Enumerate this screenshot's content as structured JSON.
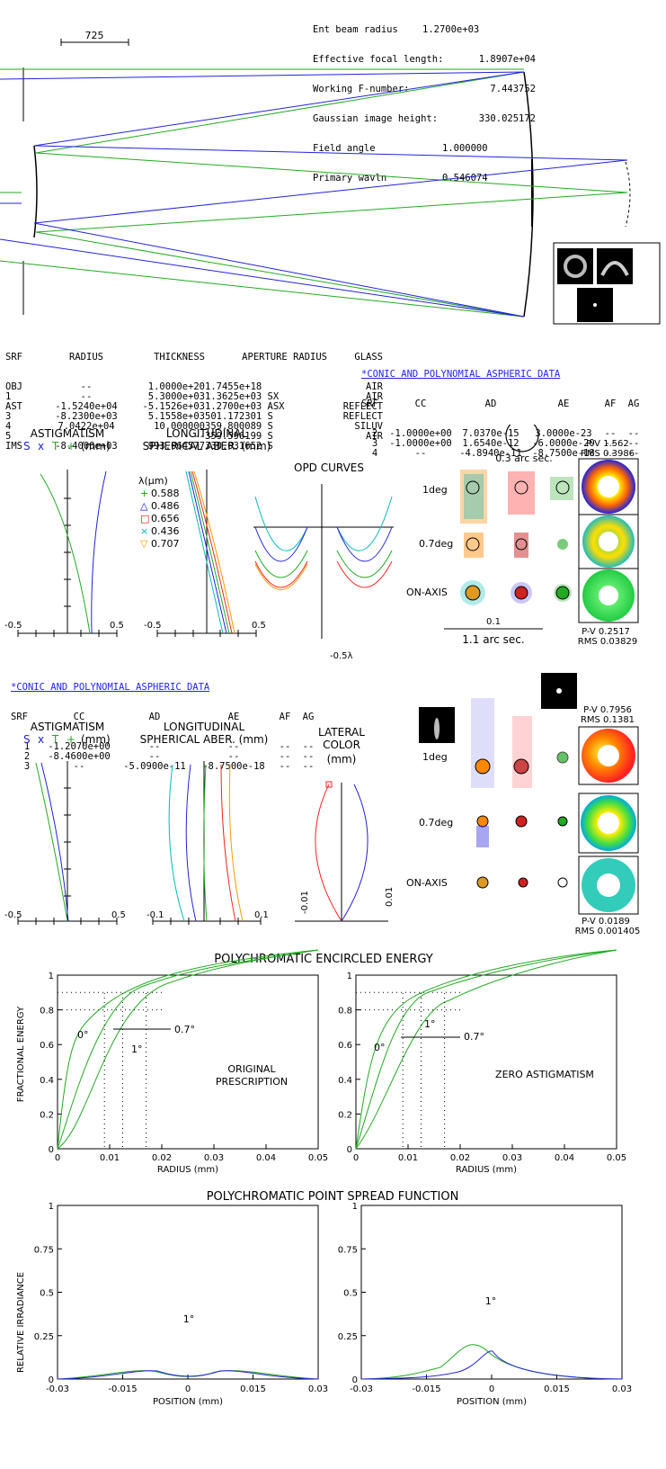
{
  "specs": {
    "lines": [
      {
        "label": "Ent beam radius",
        "value": "1.2700e+03"
      },
      {
        "label": "Effective focal length:",
        "value": "1.8907e+04"
      },
      {
        "label": "Working F-number:",
        "value": "7.443752"
      },
      {
        "label": "Gaussian image height:",
        "value": "330.025172"
      },
      {
        "label": "Field angle",
        "value": "1.000000"
      },
      {
        "label": "Primary wavln",
        "value": "0.546074"
      }
    ]
  },
  "scale_bar": "725",
  "lens_table": {
    "headers": [
      "SRF",
      "RADIUS",
      "THICKNESS",
      "APERTURE RADIUS",
      "GLASS"
    ],
    "rows": [
      [
        "OBJ",
        "--",
        "1.0000e+20",
        "1.7455e+18",
        "AIR"
      ],
      [
        "1",
        "--",
        "5.3000e+03",
        "1.3625e+03 SX",
        "AIR"
      ],
      [
        "AST",
        "-1.5240e+04",
        "-5.1526e+03",
        "1.2700e+03 ASX",
        "REFLECT"
      ],
      [
        "3",
        "-8.2300e+03",
        "5.1558e+03",
        "501.172301 S",
        "REFLECT"
      ],
      [
        "4",
        "7.0422e+04",
        "10.000000",
        "359.800089 S",
        "SILUV"
      ],
      [
        "5",
        "--",
        "--",
        "359.596199 S",
        "AIR"
      ],
      [
        "IMS",
        "-8.4000e+03",
        "993.064577",
        "330.031652 S",
        ""
      ]
    ]
  },
  "conic1": {
    "title": "*CONIC AND POLYNOMIAL ASPHERIC DATA",
    "headers": [
      "SRF",
      "CC",
      "AD",
      "AE",
      "AF",
      "AG"
    ],
    "rows": [
      [
        "2",
        "-1.0000e+00",
        "7.0370e-15",
        "3.0000e-23",
        "--",
        "--"
      ],
      [
        "3",
        "-1.0000e+00",
        "1.6540e-12",
        "-6.0000e-20",
        "--",
        "--"
      ],
      [
        "4",
        "--",
        "-4.8940e-11",
        "-8.7500e-18",
        "--",
        "--"
      ]
    ]
  },
  "conic2": {
    "title": "*CONIC AND POLYNOMIAL ASPHERIC DATA",
    "headers": [
      "SRF",
      "CC",
      "AD",
      "AE",
      "AF",
      "AG"
    ],
    "rows": [
      [
        "1",
        "-1.2070e+00",
        "--",
        "--",
        "--",
        "--"
      ],
      [
        "2",
        "-8.4600e+00",
        "--",
        "--",
        "--",
        "--"
      ],
      [
        "3",
        "--",
        "-5.0900e-11",
        "-8.7500e-18",
        "--",
        "--"
      ]
    ]
  },
  "plots1": {
    "astig_title": "ASTIGMATISM",
    "astig_sub_s": "S",
    "astig_sub_x": "x",
    "astig_sub_t": "T",
    "astig_sub_plus": "+",
    "astig_units": "(mm)",
    "long_title": "LONGITUDINAL",
    "long_sub": "SPHERICAL ABER. (mm)",
    "astig_xmin": "-0.5",
    "astig_xmax": "0.5",
    "long_xmin": "-0.5",
    "long_xmax": "0.5",
    "opd_title": "OPD CURVES",
    "opd_label": "-0.5λ",
    "lambda_title": "λ(μm)",
    "wavelengths": [
      {
        "mark": "+",
        "value": "0.588",
        "color": "#00aa00"
      },
      {
        "mark": "△",
        "value": "0.486",
        "color": "#0000ff"
      },
      {
        "mark": "□",
        "value": "0.656",
        "color": "#ff0000"
      },
      {
        "mark": "×",
        "value": "0.436",
        "color": "#00bbbb"
      },
      {
        "mark": "▽",
        "value": "0.707",
        "color": "#ff9900"
      }
    ],
    "spot_circle_label": "0.3 arc sec.",
    "spot_rows": [
      "1deg",
      "0.7deg",
      "ON-AXIS"
    ],
    "spot_scale_value": "0.1",
    "spot_scale_label": "1.1 arc sec.",
    "pv_top": "P-V 1.562",
    "rms_top": "RMS 0.3986",
    "pv_bot": "P-V 0.2517",
    "rms_bot": "RMS 0.03829"
  },
  "plots2": {
    "astig_title": "ASTIGMATISM",
    "astig_sub_s": "S",
    "astig_sub_x": "x",
    "astig_sub_t": "T",
    "astig_sub_plus": "+",
    "astig_units": "(mm)",
    "long_title": "LONGITUDINAL",
    "long_sub": "SPHERICAL ABER. (mm)",
    "astig_xmin": "-0.5",
    "astig_xmax": "0.5",
    "long_xmin": "-0.1",
    "long_xmax": "0.1",
    "lat_title": "LATERAL",
    "lat_title2": "COLOR",
    "lat_units": "(mm)",
    "lat_xmin": "-0.01",
    "lat_xmax": "0.01",
    "spot_rows": [
      "1deg",
      "0.7deg",
      "ON-AXIS"
    ],
    "pv_top": "P-V 0.7956",
    "rms_top": "RMS 0.1381",
    "pv_bot": "P-V 0.0189",
    "rms_bot": "RMS 0.001405"
  },
  "ee": {
    "title": "POLYCHROMATIC ENCIRCLED ENERGY",
    "ylabel": "FRACTIONAL ENERGY",
    "xlabel": "RADIUS (mm)",
    "yticks": [
      "0",
      "0.2",
      "0.4",
      "0.6",
      "0.8",
      "1"
    ],
    "xticks": [
      "0",
      "0.01",
      "0.02",
      "0.03",
      "0.04",
      "0.05"
    ],
    "left_note1": "ORIGINAL",
    "left_note2": "PRESCRIPTION",
    "right_note": "ZERO ASTIGMATISM",
    "lbl_0": "0°",
    "lbl_07": "0.7°",
    "lbl_1": "1°"
  },
  "psf": {
    "title": "POLYCHROMATIC POINT SPREAD FUNCTION",
    "ylabel": "RELATIVE IRRADIANCE",
    "xlabel": "POSITION (mm)",
    "yticks": [
      "0",
      "0.25",
      "0.5",
      "0.75",
      "1"
    ],
    "xticks": [
      "-0.03",
      "-0.015",
      "0",
      "0.015",
      "0.03"
    ],
    "lbl_1": "1°"
  }
}
